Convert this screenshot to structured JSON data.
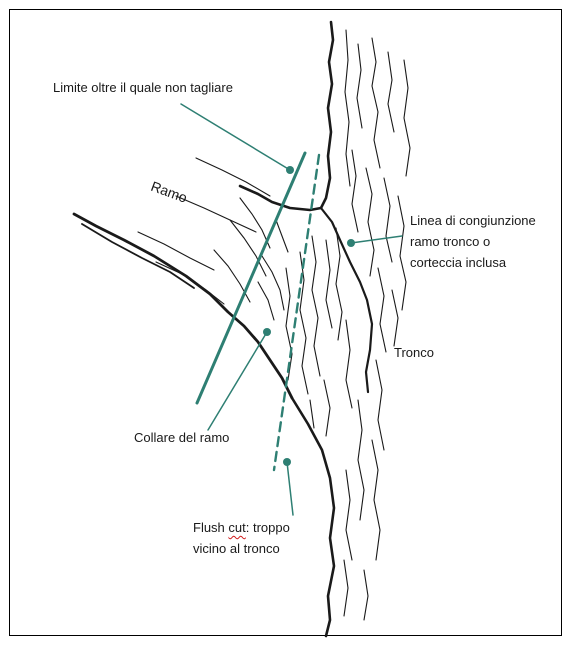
{
  "labels": {
    "limit": "Limite oltre il quale non tagliare",
    "branch": "Ramo",
    "junction_line1": "Linea di congiunzione",
    "junction_line2": "ramo tronco o",
    "junction_line3": "corteccia inclusa",
    "trunk": "Tronco",
    "collar": "Collare del ramo",
    "flush_word": "Flush",
    "flush_cut_word": "cut",
    "flush_rest": ": troppo",
    "flush_line2": "vicino al tronco"
  },
  "colors": {
    "annotation": "#2e7f73",
    "ink": "#1a1a1a",
    "frame": "#000000",
    "spellcheck": "#d11a1a"
  }
}
